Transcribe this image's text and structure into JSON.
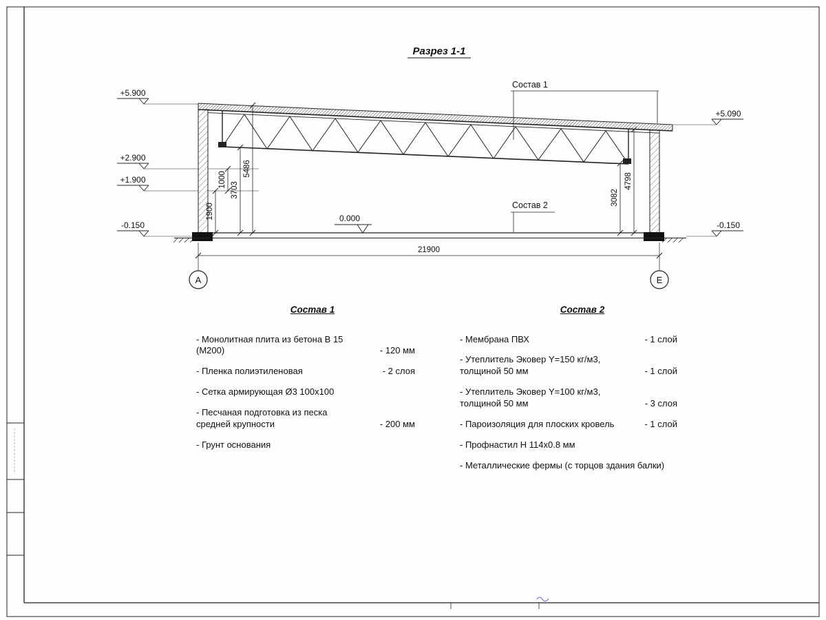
{
  "page": {
    "title": "Разрез 1-1"
  },
  "colors": {
    "ink": "#111111",
    "line": "#222222",
    "accent_blue": "#5566cc"
  },
  "drawing": {
    "elevations_left": [
      "+5.900",
      "+2.900",
      "+1.900",
      "-0.150"
    ],
    "elevations_right": [
      "+5.090",
      "-0.150"
    ],
    "level_zero": "0.000",
    "dims_left": [
      "1900",
      "1000",
      "3703",
      "5486"
    ],
    "dims_right": [
      "3082",
      "4798"
    ],
    "dim_total": "21900",
    "callouts": {
      "roof": "Состав 1",
      "floor": "Состав 2"
    },
    "axes": [
      "А",
      "Е"
    ]
  },
  "sostav1": {
    "heading": "Состав 1",
    "items": [
      {
        "name": "- Монолитная плита из бетона В 15 (М200)",
        "value": "- 120 мм"
      },
      {
        "name": "- Пленка полиэтиленовая",
        "value": "- 2 слоя"
      },
      {
        "name": "- Сетка армирующая Ø3 100x100",
        "value": ""
      },
      {
        "name": "- Песчаная подготовка из песка\nсредней крупности",
        "value": "- 200 мм"
      },
      {
        "name": "- Грунт основания",
        "value": ""
      }
    ]
  },
  "sostav2": {
    "heading": "Состав 2",
    "items": [
      {
        "name": "- Мембрана ПВХ",
        "value": "- 1 слой"
      },
      {
        "name": "- Утеплитель Эковер Y=150 кг/м3,\nтолщиной 50 мм",
        "value": "- 1 слой"
      },
      {
        "name": "- Утеплитель Эковер Y=100 кг/м3,\nтолщиной 50 мм",
        "value": "- 3 слоя"
      },
      {
        "name": "- Пароизоляция для плоских кровель",
        "value": "- 1 слой"
      },
      {
        "name": "- Профнастил Н 114х0.8 мм",
        "value": ""
      },
      {
        "name": "- Металлические фермы (с торцов здания балки)",
        "value": ""
      }
    ]
  }
}
